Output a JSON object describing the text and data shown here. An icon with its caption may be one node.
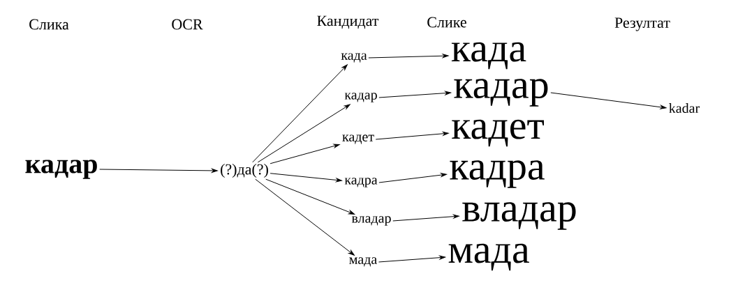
{
  "diagram": {
    "nodes": [
      {
        "text": [
          "кадар"
        ]
      },
      {
        "text": [
          "(?)да(?)"
        ]
      },
      {
        "text": [
          "када"
        ]
      },
      {
        "text": [
          "кадар"
        ]
      },
      {
        "text": [
          "кадет"
        ]
      },
      {
        "text": [
          "кадра"
        ]
      },
      {
        "text": [
          "владар"
        ]
      },
      {
        "text": [
          "мада"
        ]
      },
      {
        "text": [
          "када"
        ]
      },
      {
        "text": [
          "кадар"
        ]
      },
      {
        "text": [
          "кадет"
        ]
      },
      {
        "text": [
          "кадра"
        ]
      },
      {
        "text": [
          "владар"
        ]
      },
      {
        "text": [
          "мада"
        ]
      },
      {
        "text": [
          "kadar"
        ]
      }
    ],
    "edges": [
      {
        "from": 0,
        "to": 1,
        "arrow": "to"
      },
      {
        "from": 1,
        "to": 2,
        "arrow": "to"
      },
      {
        "from": 1,
        "to": 3,
        "arrow": "to"
      },
      {
        "from": 1,
        "to": 4,
        "arrow": "to"
      },
      {
        "from": 1,
        "to": 5,
        "arrow": "to"
      },
      {
        "from": 1,
        "to": 6,
        "arrow": "to"
      },
      {
        "from": 1,
        "to": 7,
        "arrow": "to"
      },
      {
        "from": 2,
        "to": 8,
        "arrow": "to"
      },
      {
        "from": 3,
        "to": 9,
        "arrow": "to"
      },
      {
        "from": 4,
        "to": 10,
        "arrow": "to"
      },
      {
        "from": 5,
        "to": 11,
        "arrow": "to"
      },
      {
        "from": 6,
        "to": 12,
        "arrow": "to"
      },
      {
        "from": 7,
        "to": 13,
        "arrow": "to"
      },
      {
        "from": 9,
        "to": 14,
        "arrow": "to"
      }
    ],
    "labels": [
      "Слика",
      "OCR",
      "Кандидат",
      "Слике",
      "Резултат"
    ]
  }
}
